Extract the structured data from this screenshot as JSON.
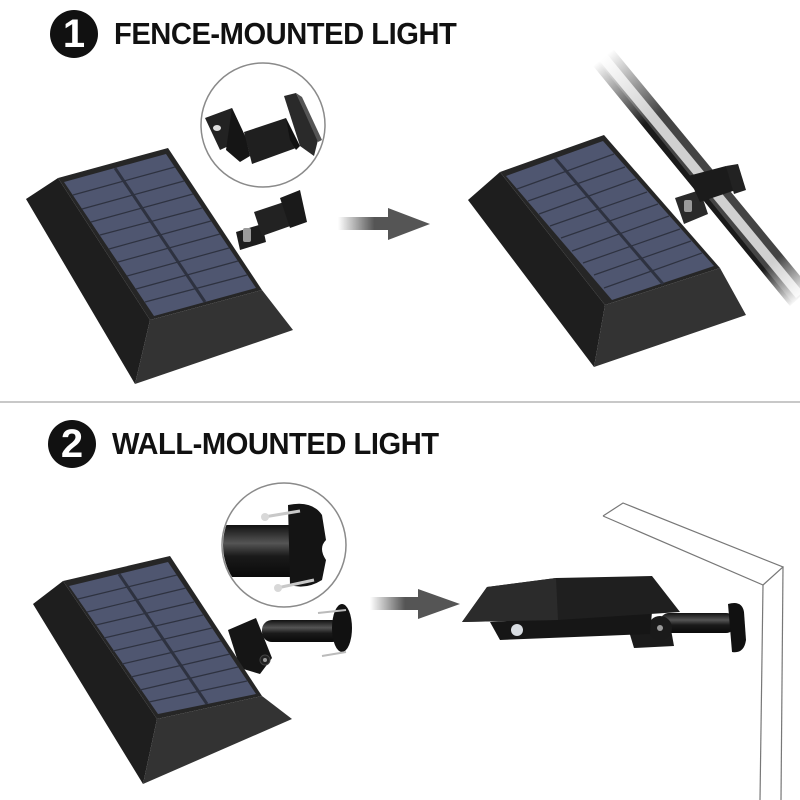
{
  "sections": [
    {
      "step_number": "1",
      "title": "FENCE-MOUNTED LIGHT",
      "illustrations": [
        "solar-light-with-clip-bracket",
        "bracket-detail-callout",
        "arrow-right",
        "solar-light-mounted-on-fence-pole"
      ]
    },
    {
      "step_number": "2",
      "title": "WALL-MOUNTED LIGHT",
      "illustrations": [
        "solar-light-with-wall-arm",
        "screw-mount-detail-callout",
        "arrow-right",
        "solar-light-mounted-on-wall"
      ]
    }
  ],
  "colors": {
    "badge": "#111111",
    "title_text": "#111111",
    "housing": "#2a2a2a",
    "housing_side": "#1e1e1e",
    "housing_front": "#333333",
    "solar_cell": "#4f5670",
    "solar_grid": "#2e3240",
    "arrow": "#555555",
    "callout_ring": "#8a8a8a",
    "divider": "#c8c8c8",
    "wall_outline": "#777777"
  }
}
